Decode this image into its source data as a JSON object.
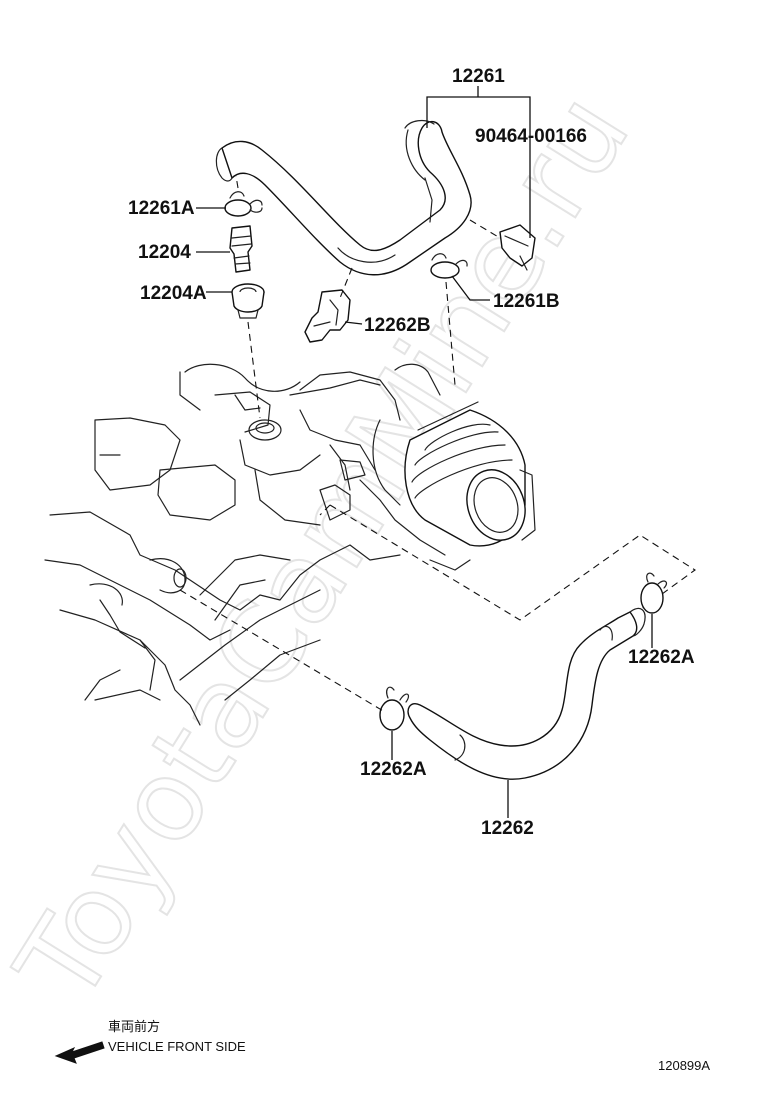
{
  "watermark": "ToyotaCamMine.ru",
  "figure_code": "120899A",
  "front_indicator": {
    "japanese": "車両前方",
    "english": "VEHICLE FRONT SIDE",
    "icon": "arrow-icon"
  },
  "part_labels": {
    "hose_upper": "12261",
    "clamp": "90464-00166",
    "clip_upper_left": "12261A",
    "pcv_valve": "12204",
    "grommet": "12204A",
    "clip_upper_right": "12261B",
    "bracket": "12262B",
    "clip_lower_right": "12262A",
    "clip_lower_left": "12262A",
    "hose_lower": "12262"
  }
}
